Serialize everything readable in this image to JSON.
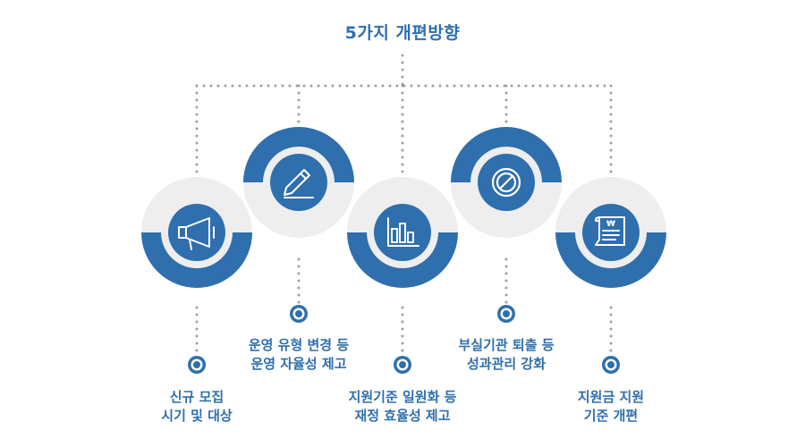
{
  "title": "5가지 개편방향",
  "colors": {
    "primary": "#2f6fad",
    "light_gray": "#eeeeee",
    "dots": "#a0a0a0"
  },
  "items": [
    {
      "icon": "megaphone-icon",
      "lines": [
        "신규 모집",
        "시기 및 대상"
      ]
    },
    {
      "icon": "pencil-icon",
      "lines": [
        "운영 유형 변경 등",
        "운영 자율성 제고"
      ]
    },
    {
      "icon": "bar-chart-icon",
      "lines": [
        "지원기준 일원화 등",
        "재정 효율성 제고"
      ]
    },
    {
      "icon": "prohibited-sign-icon",
      "lines": [
        "부실기관 퇴출 등",
        "성과관리 강화"
      ]
    },
    {
      "icon": "won-document-icon",
      "lines": [
        "지원금 지원",
        "기준 개편"
      ]
    }
  ]
}
